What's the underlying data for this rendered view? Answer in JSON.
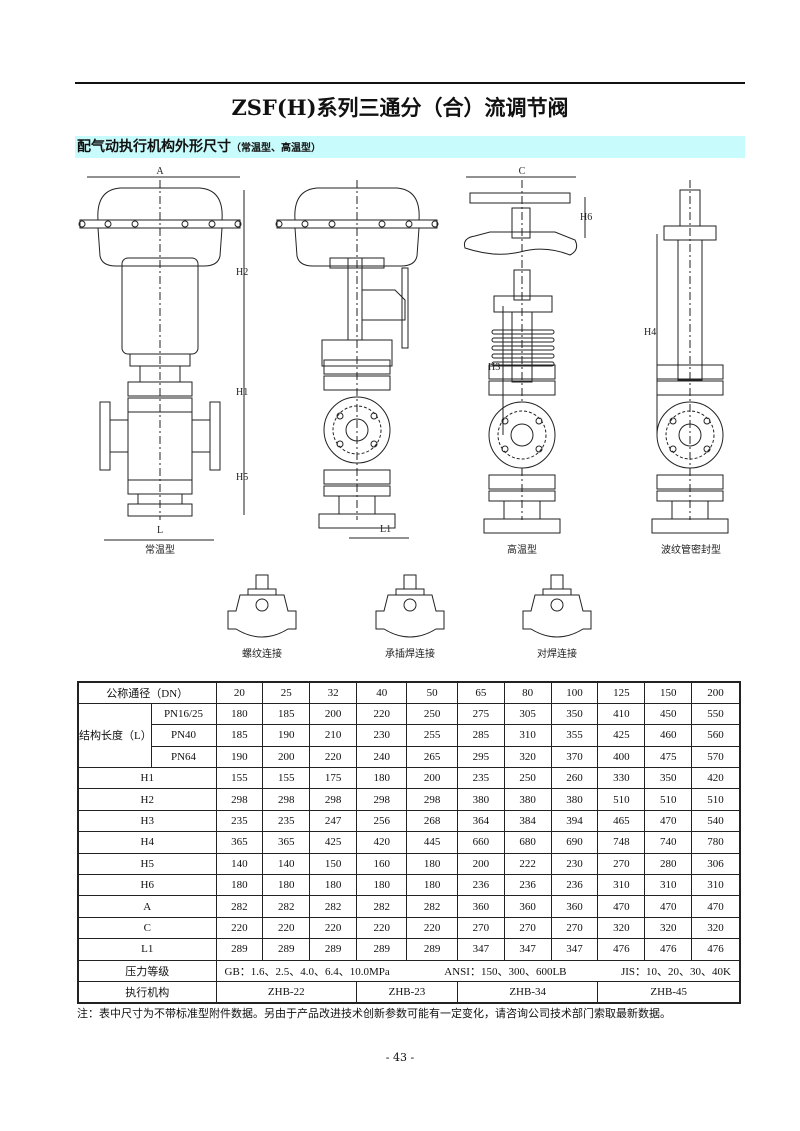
{
  "title": "ZSF(H)系列三通分（合）流调节阀",
  "section": {
    "main": "配气动执行机构外形尺寸",
    "sub": "（常温型、高温型）"
  },
  "drawing": {
    "dims": {
      "A": "A",
      "C": "C",
      "H1": "H1",
      "H2": "H2",
      "H3": "H3",
      "H4": "H4",
      "H5": "H5",
      "H6": "H6",
      "L": "L",
      "L1": "L1"
    },
    "captions": [
      "常温型",
      "高温型",
      "波纹管密封型"
    ],
    "connection_captions": [
      "螺纹连接",
      "承插焊连接",
      "对焊连接"
    ]
  },
  "table": {
    "dn_label": "公称通径（DN）",
    "dn": [
      "20",
      "25",
      "32",
      "40",
      "50",
      "65",
      "80",
      "100",
      "125",
      "150",
      "200"
    ],
    "length_label": "结构长度（L）",
    "length_rows": [
      {
        "label": "PN16/25",
        "values": [
          "180",
          "185",
          "200",
          "220",
          "250",
          "275",
          "305",
          "350",
          "410",
          "450",
          "550"
        ]
      },
      {
        "label": "PN40",
        "values": [
          "185",
          "190",
          "210",
          "230",
          "255",
          "285",
          "310",
          "355",
          "425",
          "460",
          "560"
        ]
      },
      {
        "label": "PN64",
        "values": [
          "190",
          "200",
          "220",
          "240",
          "265",
          "295",
          "320",
          "370",
          "400",
          "475",
          "570"
        ]
      }
    ],
    "rows": [
      {
        "label": "H1",
        "values": [
          "155",
          "155",
          "175",
          "180",
          "200",
          "235",
          "250",
          "260",
          "330",
          "350",
          "420"
        ]
      },
      {
        "label": "H2",
        "values": [
          "298",
          "298",
          "298",
          "298",
          "298",
          "380",
          "380",
          "380",
          "510",
          "510",
          "510"
        ]
      },
      {
        "label": "H3",
        "values": [
          "235",
          "235",
          "247",
          "256",
          "268",
          "364",
          "384",
          "394",
          "465",
          "470",
          "540"
        ]
      },
      {
        "label": "H4",
        "values": [
          "365",
          "365",
          "425",
          "420",
          "445",
          "660",
          "680",
          "690",
          "748",
          "740",
          "780"
        ]
      },
      {
        "label": "H5",
        "values": [
          "140",
          "140",
          "150",
          "160",
          "180",
          "200",
          "222",
          "230",
          "270",
          "280",
          "306"
        ]
      },
      {
        "label": "H6",
        "values": [
          "180",
          "180",
          "180",
          "180",
          "180",
          "236",
          "236",
          "236",
          "310",
          "310",
          "310"
        ]
      },
      {
        "label": "A",
        "values": [
          "282",
          "282",
          "282",
          "282",
          "282",
          "360",
          "360",
          "360",
          "470",
          "470",
          "470"
        ]
      },
      {
        "label": "C",
        "values": [
          "220",
          "220",
          "220",
          "220",
          "220",
          "270",
          "270",
          "270",
          "320",
          "320",
          "320"
        ]
      },
      {
        "label": "L1",
        "values": [
          "289",
          "289",
          "289",
          "289",
          "289",
          "347",
          "347",
          "347",
          "476",
          "476",
          "476"
        ]
      }
    ],
    "pressure": {
      "label": "压力等级",
      "gb": "GB：1.6、2.5、4.0、6.4、10.0MPa",
      "ansi": "ANSI：150、300、600LB",
      "jis": "JIS：10、20、30、40K"
    },
    "actuator": {
      "label": "执行机构",
      "values": [
        {
          "name": "ZHB-22",
          "span": 3
        },
        {
          "name": "ZHB-23",
          "span": 2
        },
        {
          "name": "ZHB-34",
          "span": 3
        },
        {
          "name": "ZHB-45",
          "span": 3
        }
      ]
    }
  },
  "note": "注：表中尺寸为不带标准型附件数据。另由于产品改进技术创新参数可能有一定变化，请咨询公司技术部门索取最新数据。",
  "page_number": "- 43 -"
}
